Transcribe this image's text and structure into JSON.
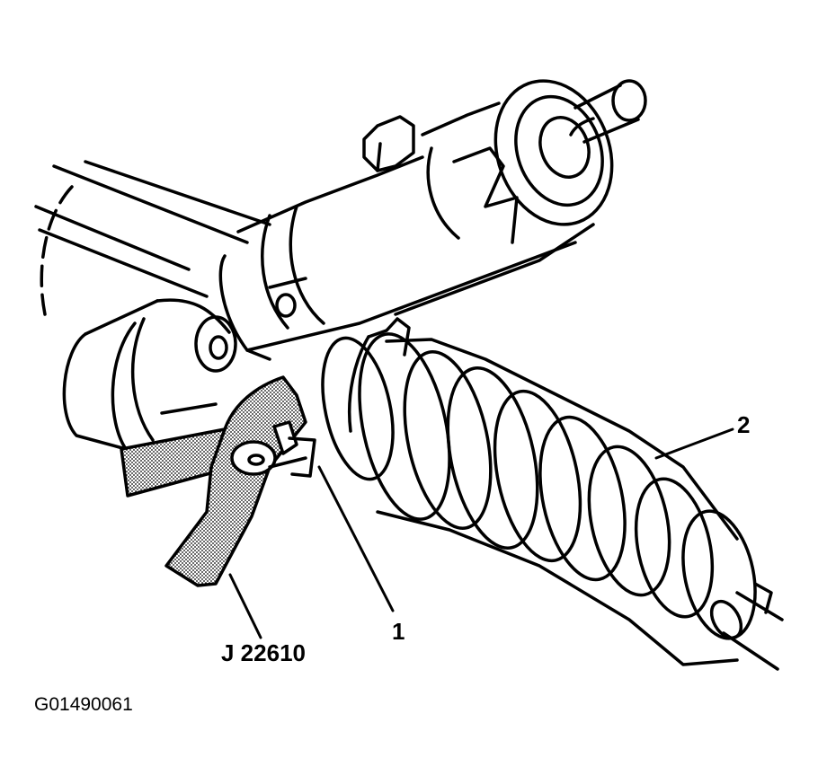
{
  "labels": {
    "tool": "J 22610",
    "callout_1": "1",
    "callout_2": "2",
    "figure_id": "G01490061"
  },
  "colors": {
    "line": "#000000",
    "background": "#ffffff",
    "tool_fill": "#bdbdbd"
  }
}
